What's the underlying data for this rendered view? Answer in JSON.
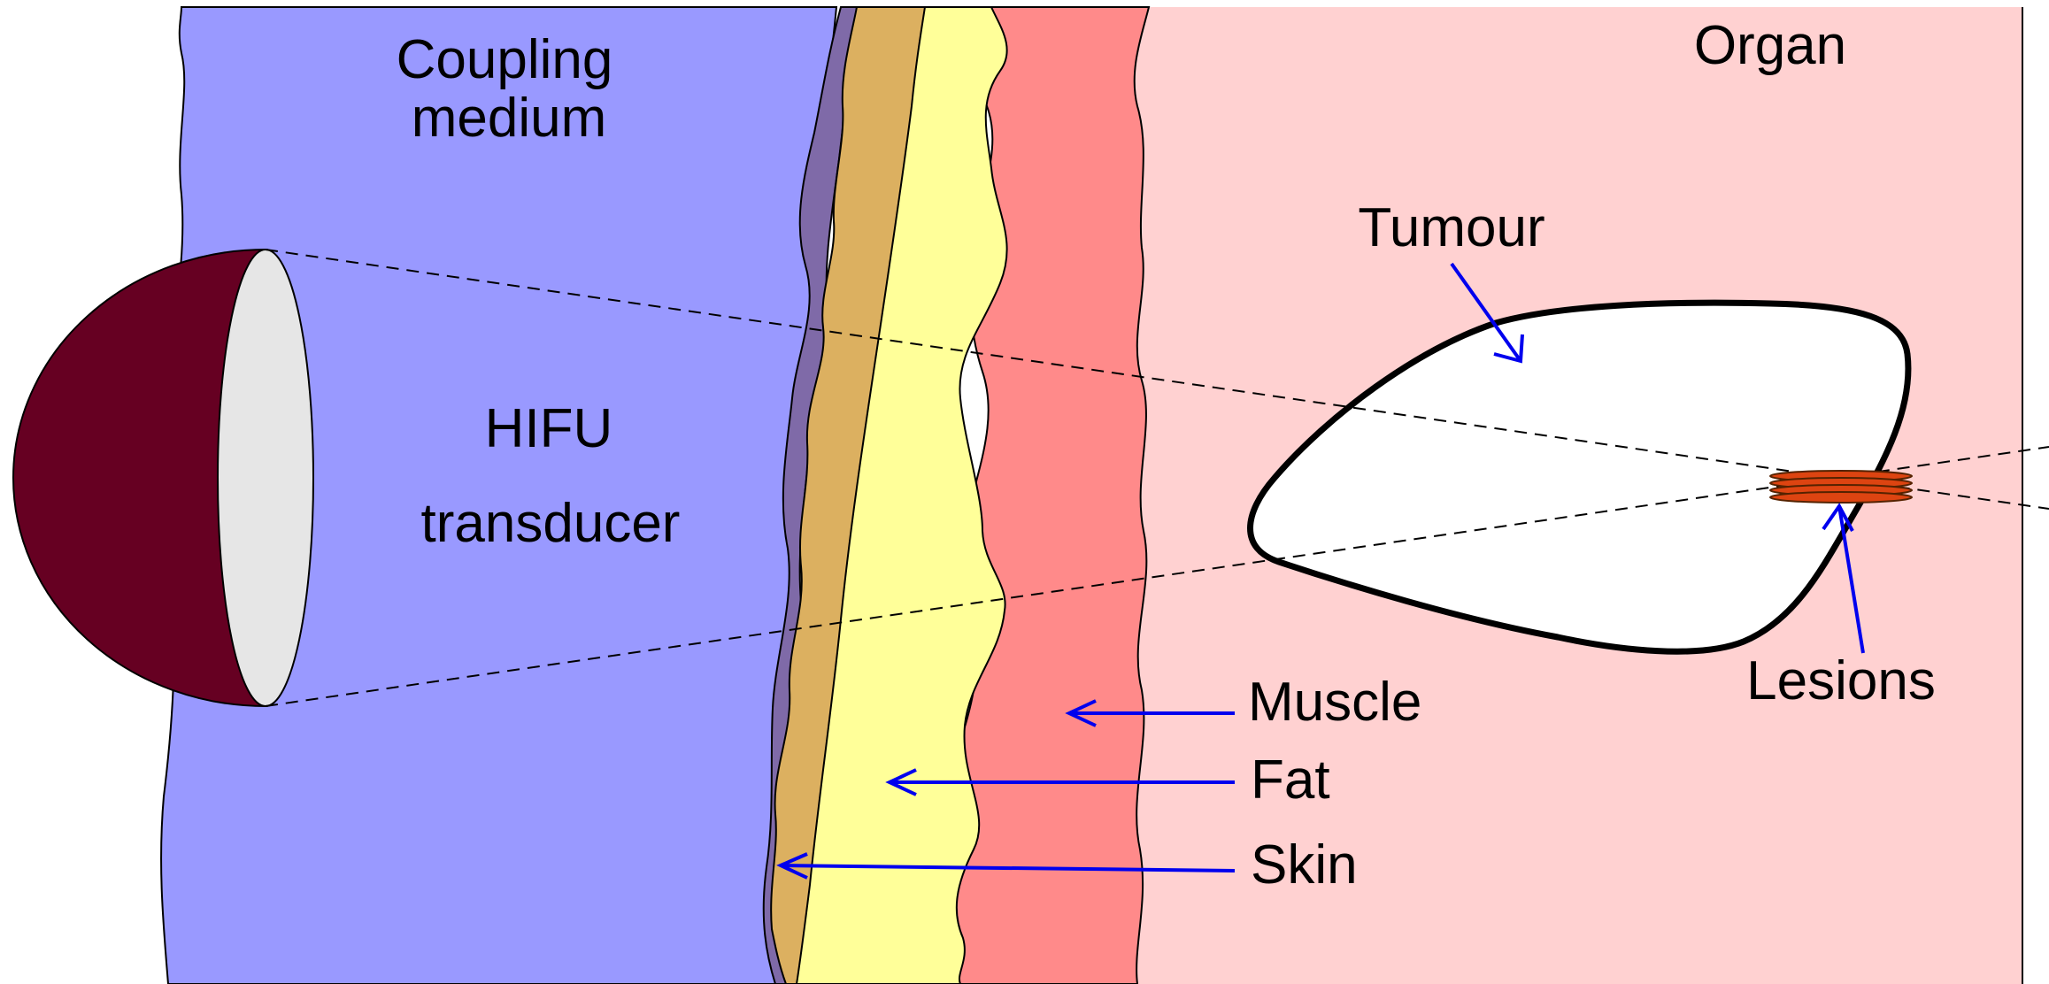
{
  "labels": {
    "coupling_medium_line1": "Coupling",
    "coupling_medium_line2": "medium",
    "organ": "Organ",
    "tumour": "Tumour",
    "hifu_line1": "HIFU",
    "hifu_line2": "transducer",
    "muscle": "Muscle",
    "fat": "Fat",
    "skin": "Skin",
    "lesions": "Lesions"
  },
  "colors": {
    "coupling_medium": "#9999ff",
    "organ": "#ffd1d1",
    "muscle": "#ff8a8a",
    "fat": "#ffff99",
    "skin": "#dcb060",
    "skin_inner": "#7f6aa8",
    "tumour": "#ffffff",
    "transducer_back": "#660022",
    "transducer_face": "#e6e6e6",
    "lesion": "#dd4411",
    "arrow": "#0000ee"
  }
}
